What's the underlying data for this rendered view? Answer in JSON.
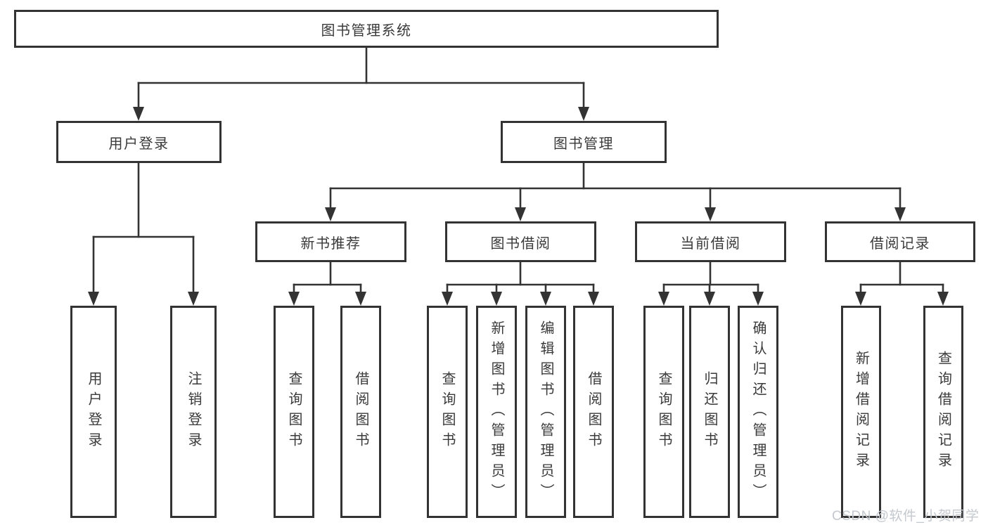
{
  "tree": {
    "root": {
      "label": "图书管理系统"
    },
    "branches": [
      {
        "label": "用户登录",
        "children": [
          {
            "label": "用户登录"
          },
          {
            "label": "注销登录"
          }
        ]
      },
      {
        "label": "图书管理",
        "children": [
          {
            "label": "新书推荐",
            "children": [
              {
                "label": "查询图书"
              },
              {
                "label": "借阅图书"
              }
            ]
          },
          {
            "label": "图书借阅",
            "children": [
              {
                "label": "查询图书"
              },
              {
                "label": "新增图书（管理员）"
              },
              {
                "label": "编辑图书（管理员）"
              },
              {
                "label": "借阅图书"
              }
            ]
          },
          {
            "label": "当前借阅",
            "children": [
              {
                "label": "查询图书"
              },
              {
                "label": "归还图书"
              },
              {
                "label": "确认归还（管理员）"
              }
            ]
          },
          {
            "label": "借阅记录",
            "children": [
              {
                "label": "新增借阅记录"
              },
              {
                "label": "查询借阅记录"
              }
            ]
          }
        ]
      }
    ]
  },
  "watermark": {
    "text": "CSDN @软件_小贺同学"
  },
  "colors": {
    "line": "#333333",
    "text": "#3a3a3a",
    "wm": "#c3c9cf"
  }
}
